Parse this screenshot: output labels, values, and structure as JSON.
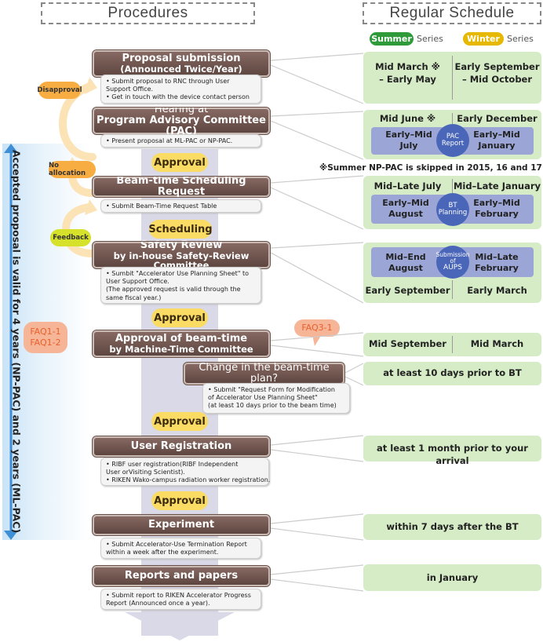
{
  "headers": {
    "procedures": "Procedures",
    "schedule": "Regular Schedule"
  },
  "series": {
    "summer": "Summer",
    "winter": "Winter",
    "word": "Series",
    "summer_color": "#2e9a3a",
    "winter_color": "#e6b800"
  },
  "side_arrow_text": "Accepted proposal is valid for 4 years (NP-PAC) and 2 years (ML-PAC)",
  "faq": {
    "faq1_1": "FAQ1-1",
    "faq1_2": "FAQ1-2",
    "faq3_1": "FAQ3-1"
  },
  "loop_tags": {
    "disapproval": "Disapproval",
    "no_allocation": "No allocation",
    "feedback": "Feedback"
  },
  "steps": [
    {
      "title": "Proposal submission",
      "sub": "(Announced Twice/Year)",
      "notes": [
        "• Submit proposal to RNC through User",
        "   Support Office.",
        "• Get in touch with the device contact person"
      ]
    },
    {
      "title": "Hearing at",
      "sub": "Program Advisory Committee (PAC)",
      "notes": [
        "• Present proposal at ML-PAC or NP-PAC."
      ]
    },
    {
      "title": "Beam-time Scheduling Request",
      "notes": [
        "• Submit Beam-Time Request Table"
      ]
    },
    {
      "title": "Safety Review",
      "sub": "by in-house Safety-Review Committee",
      "notes": [
        "• Sumbit \"Accelerator Use Planning Sheet\" to",
        "   User Support Office.",
        "   (The approved request is valid through the",
        "   same fiscal year.)"
      ]
    },
    {
      "title": "Approval of beam-time",
      "sub": "by Machine-Time Committee"
    },
    {
      "title": "Change in the beam-time plan?",
      "notes": [
        "• Submit \"Request Form for Modification",
        "  of Accelerator Use Planning Sheet\"",
        "  (at least 10 days prior to the beam time)"
      ]
    },
    {
      "title": "User Registration",
      "notes": [
        "• RIBF user registration(RIBF Independent",
        "   User orVisiting Scientist).",
        "• RIKEN Wako-campus radiation worker registration."
      ]
    },
    {
      "title": "Experiment",
      "notes": [
        "• Submit Accelerator-Use Termination Report",
        "   within a week after the experiment."
      ]
    },
    {
      "title": "Reports and papers",
      "notes": [
        "• Submit report to RIKEN Accelerator Progress",
        "   Report (Announced once a year)."
      ]
    }
  ],
  "approvals": [
    "Approval",
    "Scheduling",
    "Approval",
    "Approval",
    "Approval"
  ],
  "schedule": {
    "proposal": {
      "summer": [
        "Mid March ※",
        "– Early May"
      ],
      "winter": [
        "Early September",
        "– Mid October"
      ]
    },
    "pac": {
      "summer": "Mid June ※",
      "winter": "Early December",
      "inner_left": [
        "Early–Mid",
        "July"
      ],
      "inner_right": [
        "Early–Mid",
        "January"
      ],
      "circle": [
        "PAC",
        "Report"
      ]
    },
    "pac_note": "※Summer NP-PAC is skipped in 2015, 16 and 17",
    "bt": {
      "summer": "Mid–Late July",
      "winter": "Mid–Late January",
      "inner_left": [
        "Early–Mid",
        "August"
      ],
      "inner_right": [
        "Early–Mid",
        "February"
      ],
      "circle": [
        "BT",
        "Planning"
      ]
    },
    "safety": {
      "inner_left": [
        "Mid–End",
        "August"
      ],
      "inner_right": [
        "Mid–Late",
        "February"
      ],
      "circle": [
        "Submission",
        "of",
        "AUPS"
      ],
      "summer": "Early September",
      "winter": "Early March"
    },
    "approval": {
      "summer": "Mid September",
      "winter": "Mid March"
    },
    "change": "at least 10 days prior to BT",
    "registration": "at least 1 month prior to your arrival",
    "experiment": "within 7 days after the BT",
    "reports": "in January"
  }
}
